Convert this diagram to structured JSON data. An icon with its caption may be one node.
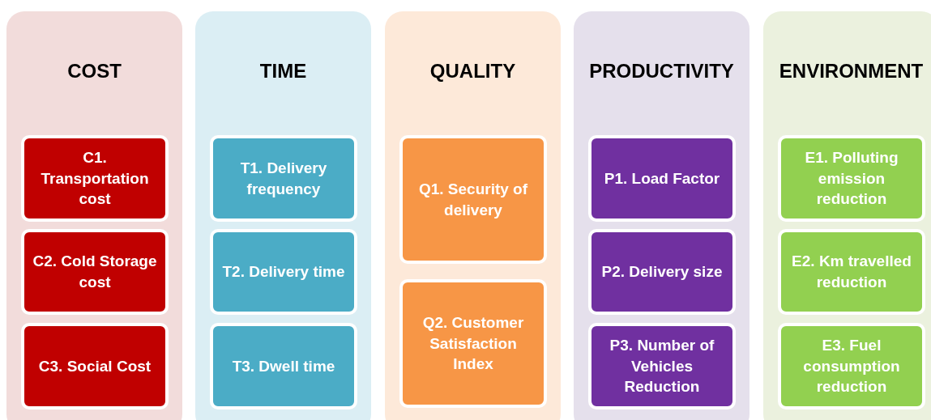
{
  "diagram": {
    "nodes": [
      {
        "text": [
          "COST"
        ]
      },
      {
        "text": [
          "C1. Transportation cost"
        ],
        "in": 0
      },
      {
        "text": [
          "C2. Cold Storage cost"
        ],
        "in": 0
      },
      {
        "text": [
          "C3. Social Cost"
        ],
        "in": 0
      },
      {
        "text": [
          "TIME"
        ]
      },
      {
        "text": [
          "T1. Delivery frequency"
        ],
        "in": 4
      },
      {
        "text": [
          "T2. Delivery time"
        ],
        "in": 4
      },
      {
        "text": [
          "T3. Dwell time"
        ],
        "in": 4
      },
      {
        "text": [
          "QUALITY"
        ]
      },
      {
        "text": [
          "Q1. Security of delivery"
        ],
        "in": 8
      },
      {
        "text": [
          "Q2. Customer Satisfaction Index"
        ],
        "in": 8
      },
      {
        "text": [
          "PRODUCTIVITY"
        ]
      },
      {
        "text": [
          "P1. Load Factor"
        ],
        "in": 11
      },
      {
        "text": [
          "P2. Delivery size"
        ],
        "in": 11
      },
      {
        "text": [
          "P3. Number of Vehicles Reduction"
        ],
        "in": 11
      },
      {
        "text": [
          "ENVIRONMENT"
        ]
      },
      {
        "text": [
          "E1. Polluting emission reduction"
        ],
        "in": 15
      },
      {
        "text": [
          "E2. Km travelled reduction"
        ],
        "in": 15
      },
      {
        "text": [
          "E3. Fuel consumption reduction"
        ],
        "in": 15
      }
    ]
  }
}
